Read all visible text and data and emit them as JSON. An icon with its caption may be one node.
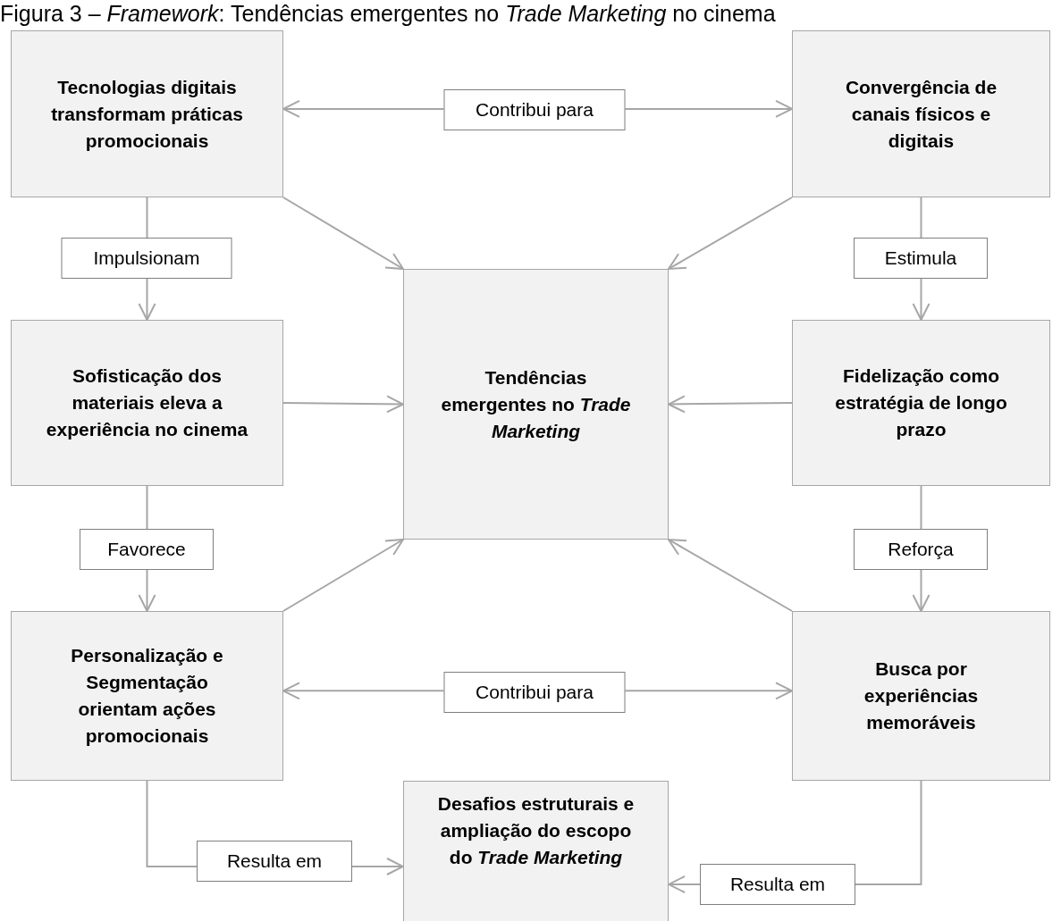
{
  "diagram": {
    "title": "Figura 3 – *Framework*: Tendências emergentes no *Trade Marketing* no cinema",
    "nodes": [
      {
        "text": [
          "Tecnologias digitais transformam práticas promocionais"
        ]
      },
      {
        "text": [
          "Convergência de canais físicos e digitais"
        ]
      },
      {
        "text": [
          "Tendências emergentes no *Trade Marketing*"
        ]
      },
      {
        "text": [
          "Sofisticação dos materiais eleva a experiência no cinema"
        ]
      },
      {
        "text": [
          "Fidelização como estratégia de longo prazo"
        ]
      },
      {
        "text": [
          "Personalização e Segmentação orientam ações promocionais"
        ]
      },
      {
        "text": [
          "Busca por experiências memoráveis"
        ]
      },
      {
        "text": [
          "Desafios estruturais e ampliação do escopo do *Trade Marketing*"
        ]
      }
    ],
    "edges": [
      {
        "from": 0,
        "to": 1,
        "arrow": "both",
        "label": "Contribui para"
      },
      {
        "from": 0,
        "to": 3,
        "arrow": "to",
        "label": "Impulsionam"
      },
      {
        "from": 1,
        "to": 4,
        "arrow": "to",
        "label": "Estimula"
      },
      {
        "from": 0,
        "to": 2,
        "arrow": "to"
      },
      {
        "from": 1,
        "to": 2,
        "arrow": "to"
      },
      {
        "from": 3,
        "to": 2,
        "arrow": "to"
      },
      {
        "from": 4,
        "to": 2,
        "arrow": "to"
      },
      {
        "from": 3,
        "to": 5,
        "arrow": "to",
        "label": "Favorece"
      },
      {
        "from": 4,
        "to": 6,
        "arrow": "to",
        "label": "Reforça"
      },
      {
        "from": 5,
        "to": 2,
        "arrow": "to"
      },
      {
        "from": 6,
        "to": 2,
        "arrow": "to"
      },
      {
        "from": 5,
        "to": 6,
        "arrow": "both",
        "label": "Contribui para"
      },
      {
        "from": 5,
        "to": 7,
        "arrow": "to",
        "label": "Resulta em"
      },
      {
        "from": 6,
        "to": 7,
        "arrow": "to",
        "label": "Resulta em"
      }
    ]
  }
}
